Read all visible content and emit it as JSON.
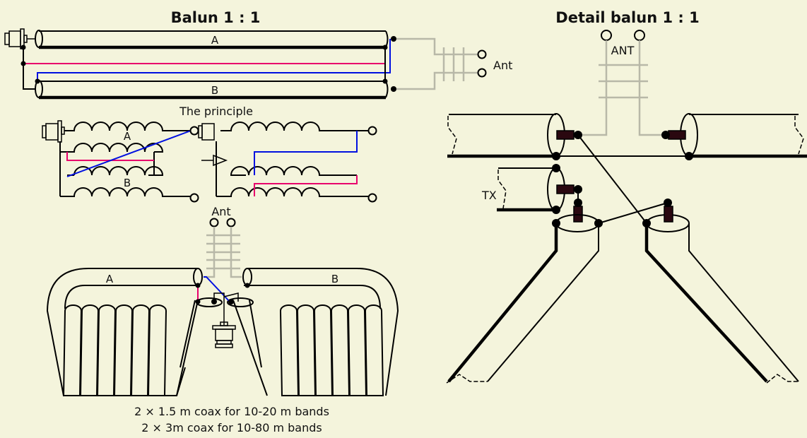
{
  "left_title": "Balun 1 : 1",
  "right_title": "Detail balun 1 : 1",
  "top_balun": {
    "coax_a_label": "A",
    "coax_b_label": "B",
    "ant_label": "Ant"
  },
  "principle": {
    "title": "The principle",
    "coil_a_label": "A",
    "coil_b_label": "B"
  },
  "coiled": {
    "ant_label": "Ant",
    "coax_a_label": "A",
    "coax_b_label": "B",
    "caption_line1": "2 × 1.5 m coax for 10-20 m bands",
    "caption_line2": "2 × 3m coax for 10-80 m bands"
  },
  "detail": {
    "ant_label": "ANT",
    "tx_label": "TX"
  },
  "colors": {
    "background": "#f4f4dc",
    "pink_wire": "#e8006c",
    "blue_wire": "#0010e0",
    "feedline": "#b8b8a8",
    "center_pin": "#2a0810"
  }
}
